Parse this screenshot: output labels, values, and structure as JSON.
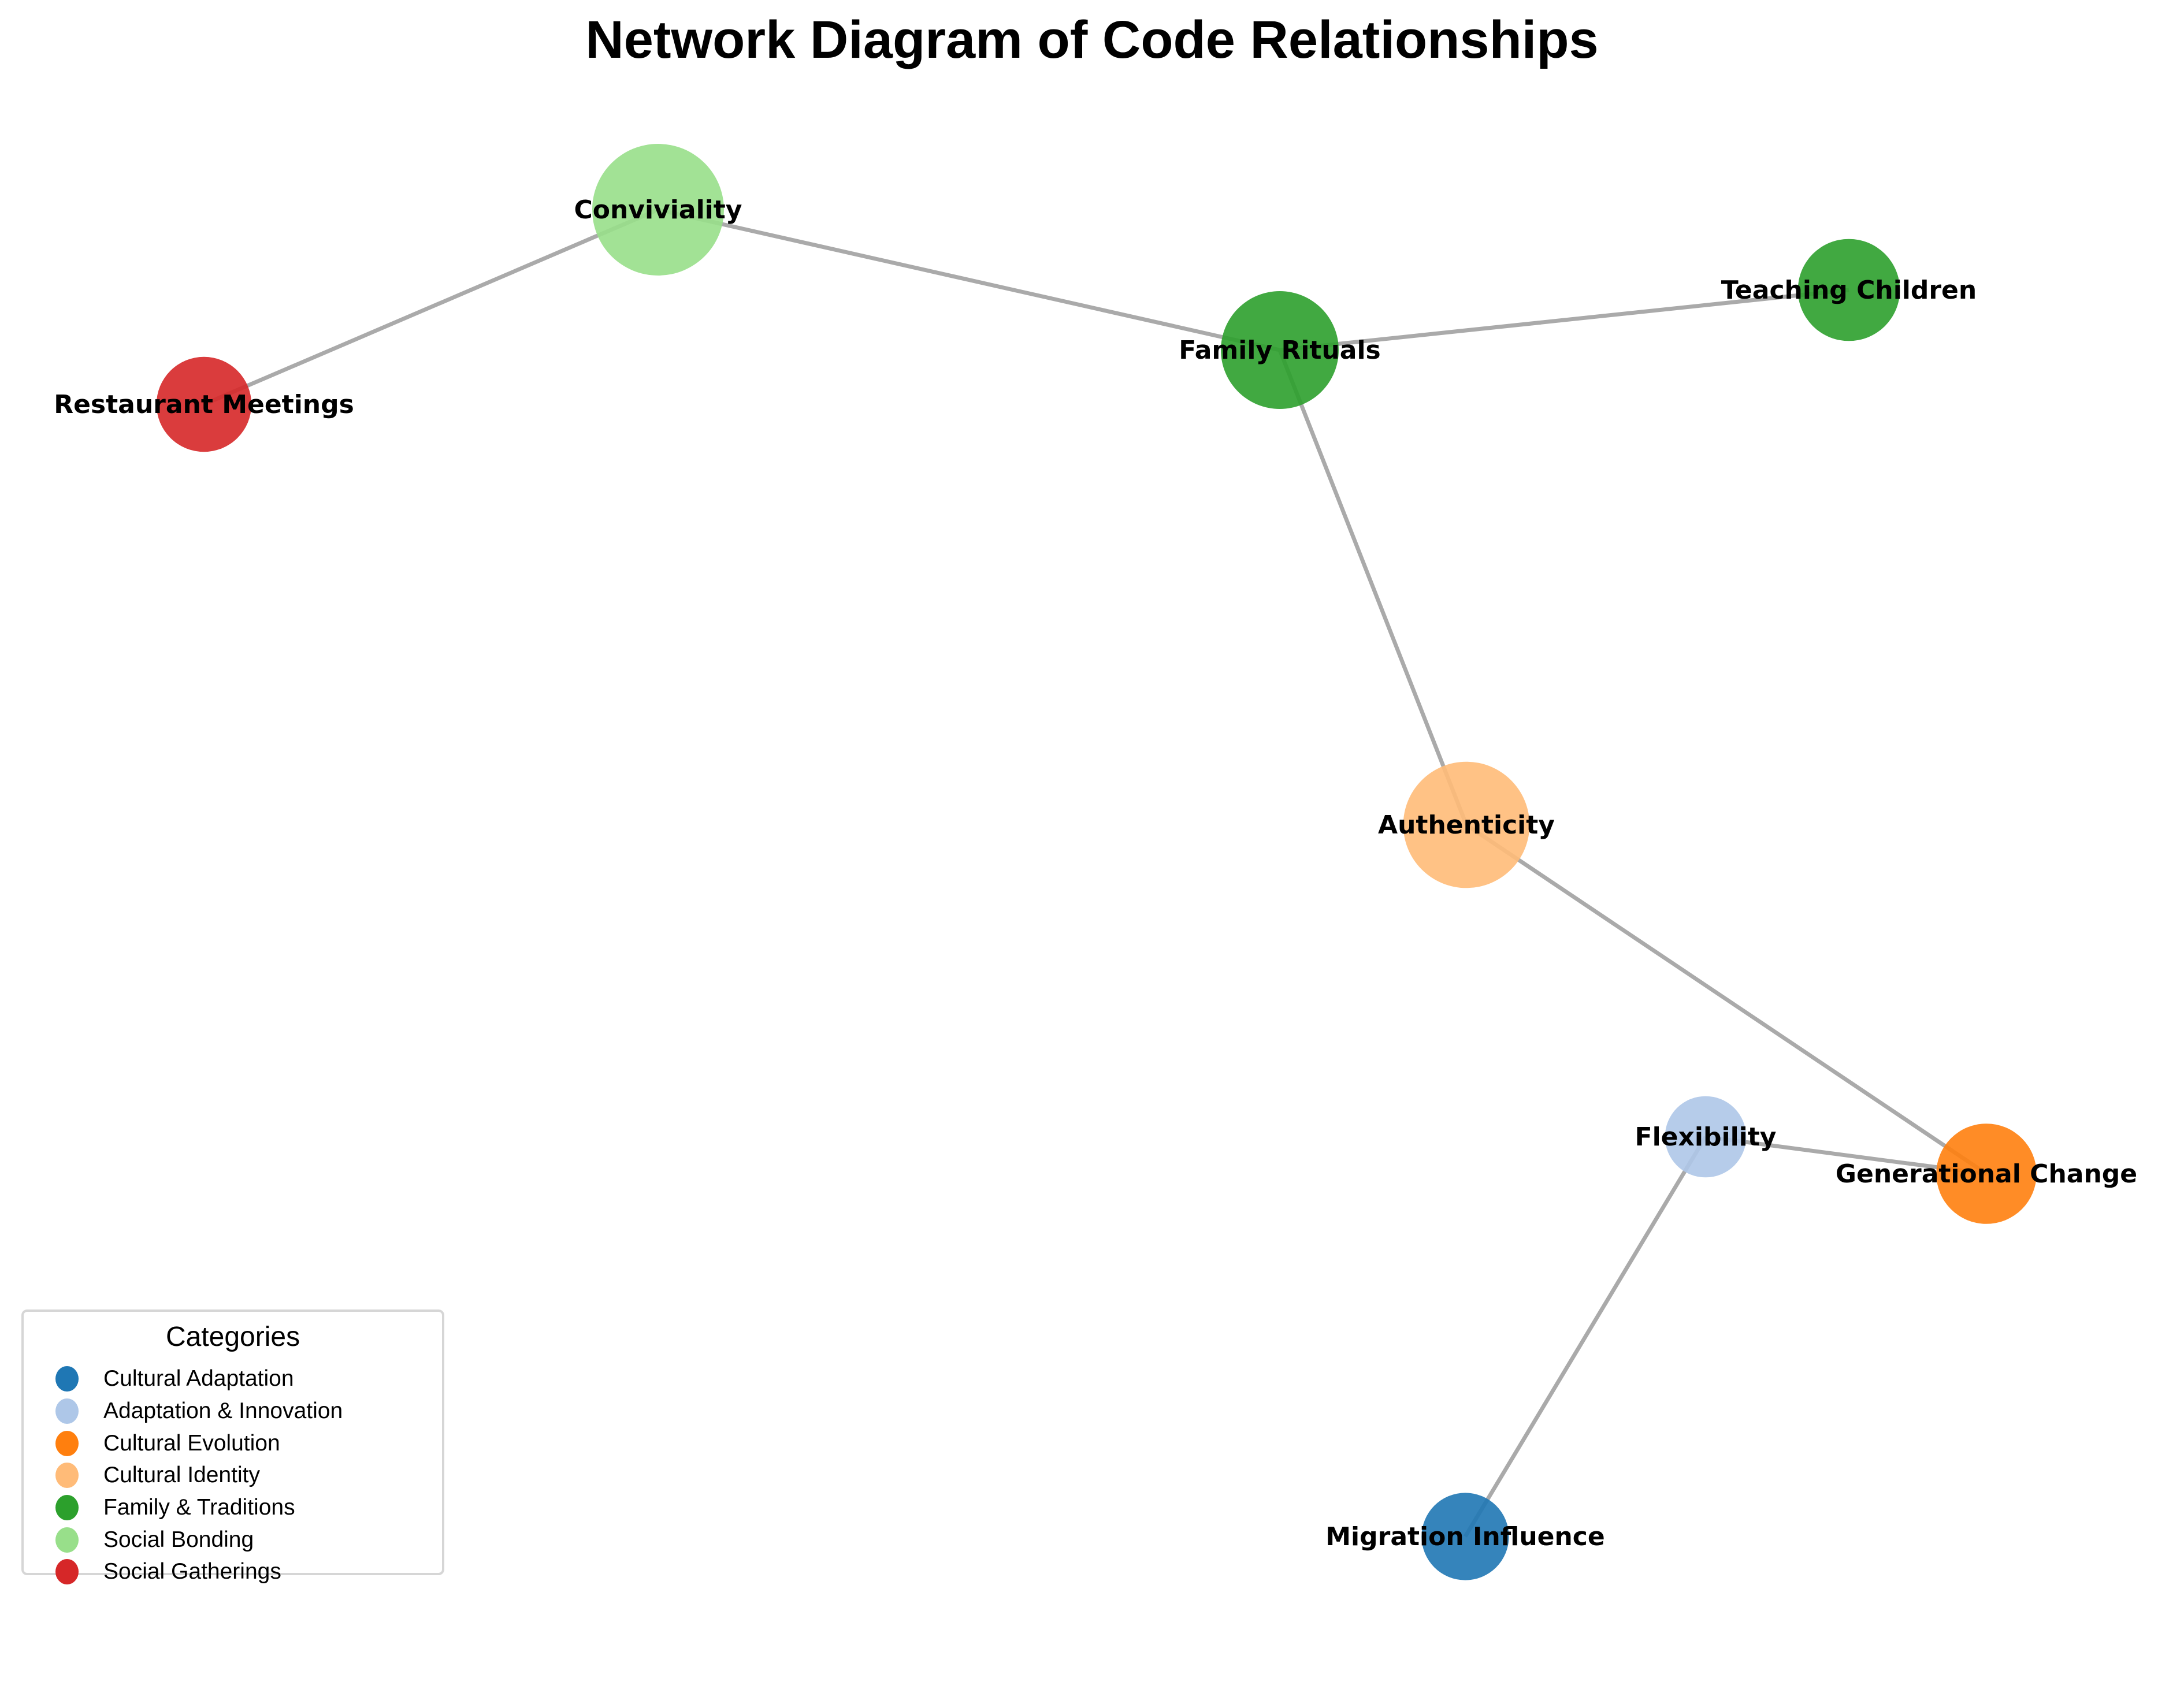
{
  "title": "Network Diagram of Code Relationships",
  "legend": {
    "title": "Categories",
    "items": [
      {
        "label": "Cultural Adaptation",
        "color": "#1f77b4"
      },
      {
        "label": "Adaptation & Innovation",
        "color": "#aec7e8"
      },
      {
        "label": "Cultural Evolution",
        "color": "#ff7f0e"
      },
      {
        "label": "Cultural Identity",
        "color": "#ffbb78"
      },
      {
        "label": "Family & Traditions",
        "color": "#2ca02c"
      },
      {
        "label": "Social Bonding",
        "color": "#98df8a"
      },
      {
        "label": "Social Gatherings",
        "color": "#d62728"
      }
    ]
  },
  "chart_data": {
    "type": "network",
    "title": "Network Diagram of Code Relationships",
    "legend_title": "Categories",
    "legend_position": "lower-left",
    "edge_color": "#aaaaaa",
    "nodes": [
      {
        "id": "Conviviality",
        "label": "Conviviality",
        "category": "Social Bonding",
        "color": "#98df8a",
        "relative_size": 1.0
      },
      {
        "id": "Restaurant Meetings",
        "label": "Restaurant Meetings",
        "category": "Social Gatherings",
        "color": "#d62728",
        "relative_size": 0.52
      },
      {
        "id": "Family Rituals",
        "label": "Family Rituals",
        "category": "Family & Traditions",
        "color": "#2ca02c",
        "relative_size": 0.8
      },
      {
        "id": "Teaching Children",
        "label": "Teaching Children",
        "category": "Family & Traditions",
        "color": "#2ca02c",
        "relative_size": 0.6
      },
      {
        "id": "Authenticity",
        "label": "Authenticity",
        "category": "Cultural Identity",
        "color": "#ffbb78",
        "relative_size": 0.92
      },
      {
        "id": "Flexibility",
        "label": "Flexibility",
        "category": "Adaptation & Innovation",
        "color": "#aec7e8",
        "relative_size": 0.38
      },
      {
        "id": "Generational Change",
        "label": "Generational Change",
        "category": "Cultural Evolution",
        "color": "#ff7f0e",
        "relative_size": 0.58
      },
      {
        "id": "Migration Influence",
        "label": "Migration Influence",
        "category": "Cultural Adaptation",
        "color": "#1f77b4",
        "relative_size": 0.44
      }
    ],
    "edges": [
      {
        "source": "Restaurant Meetings",
        "target": "Conviviality"
      },
      {
        "source": "Conviviality",
        "target": "Family Rituals"
      },
      {
        "source": "Family Rituals",
        "target": "Teaching Children"
      },
      {
        "source": "Family Rituals",
        "target": "Authenticity"
      },
      {
        "source": "Authenticity",
        "target": "Generational Change"
      },
      {
        "source": "Flexibility",
        "target": "Generational Change"
      },
      {
        "source": "Flexibility",
        "target": "Migration Influence"
      }
    ]
  }
}
